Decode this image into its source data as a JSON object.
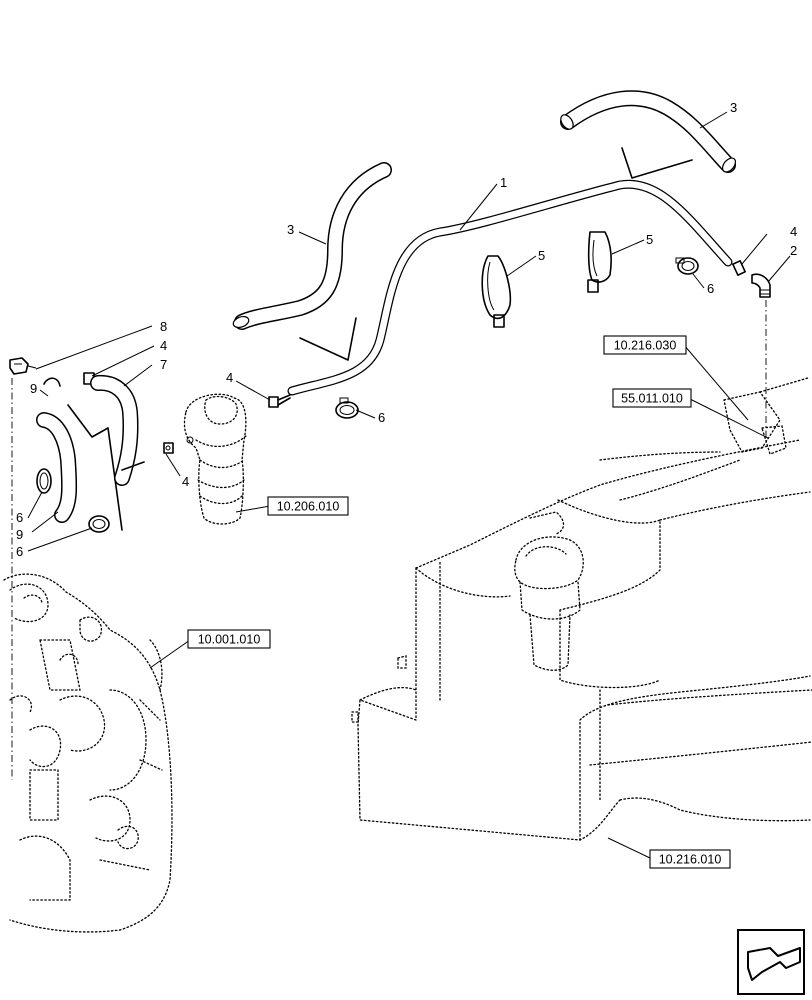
{
  "callouts": [
    {
      "id": "c1",
      "text": "1"
    },
    {
      "id": "c2",
      "text": "2"
    },
    {
      "id": "c3a",
      "text": "3"
    },
    {
      "id": "c3b",
      "text": "3"
    },
    {
      "id": "c4a",
      "text": "4"
    },
    {
      "id": "c4b",
      "text": "4"
    },
    {
      "id": "c4c",
      "text": "4"
    },
    {
      "id": "c4d",
      "text": "4"
    },
    {
      "id": "c5a",
      "text": "5"
    },
    {
      "id": "c5b",
      "text": "5"
    },
    {
      "id": "c6a",
      "text": "6"
    },
    {
      "id": "c6b",
      "text": "6"
    },
    {
      "id": "c6c",
      "text": "6"
    },
    {
      "id": "c6d",
      "text": "6"
    },
    {
      "id": "c7",
      "text": "7"
    },
    {
      "id": "c8",
      "text": "8"
    },
    {
      "id": "c9a",
      "text": "9"
    },
    {
      "id": "c9b",
      "text": "9"
    }
  ],
  "references": {
    "ref_216_030": "10.216.030",
    "ref_011_010": "55.011.010",
    "ref_206_010": "10.206.010",
    "ref_001_010": "10.001.010",
    "ref_216_010": "10.216.010"
  },
  "nav_icon": "return-arrow-icon"
}
